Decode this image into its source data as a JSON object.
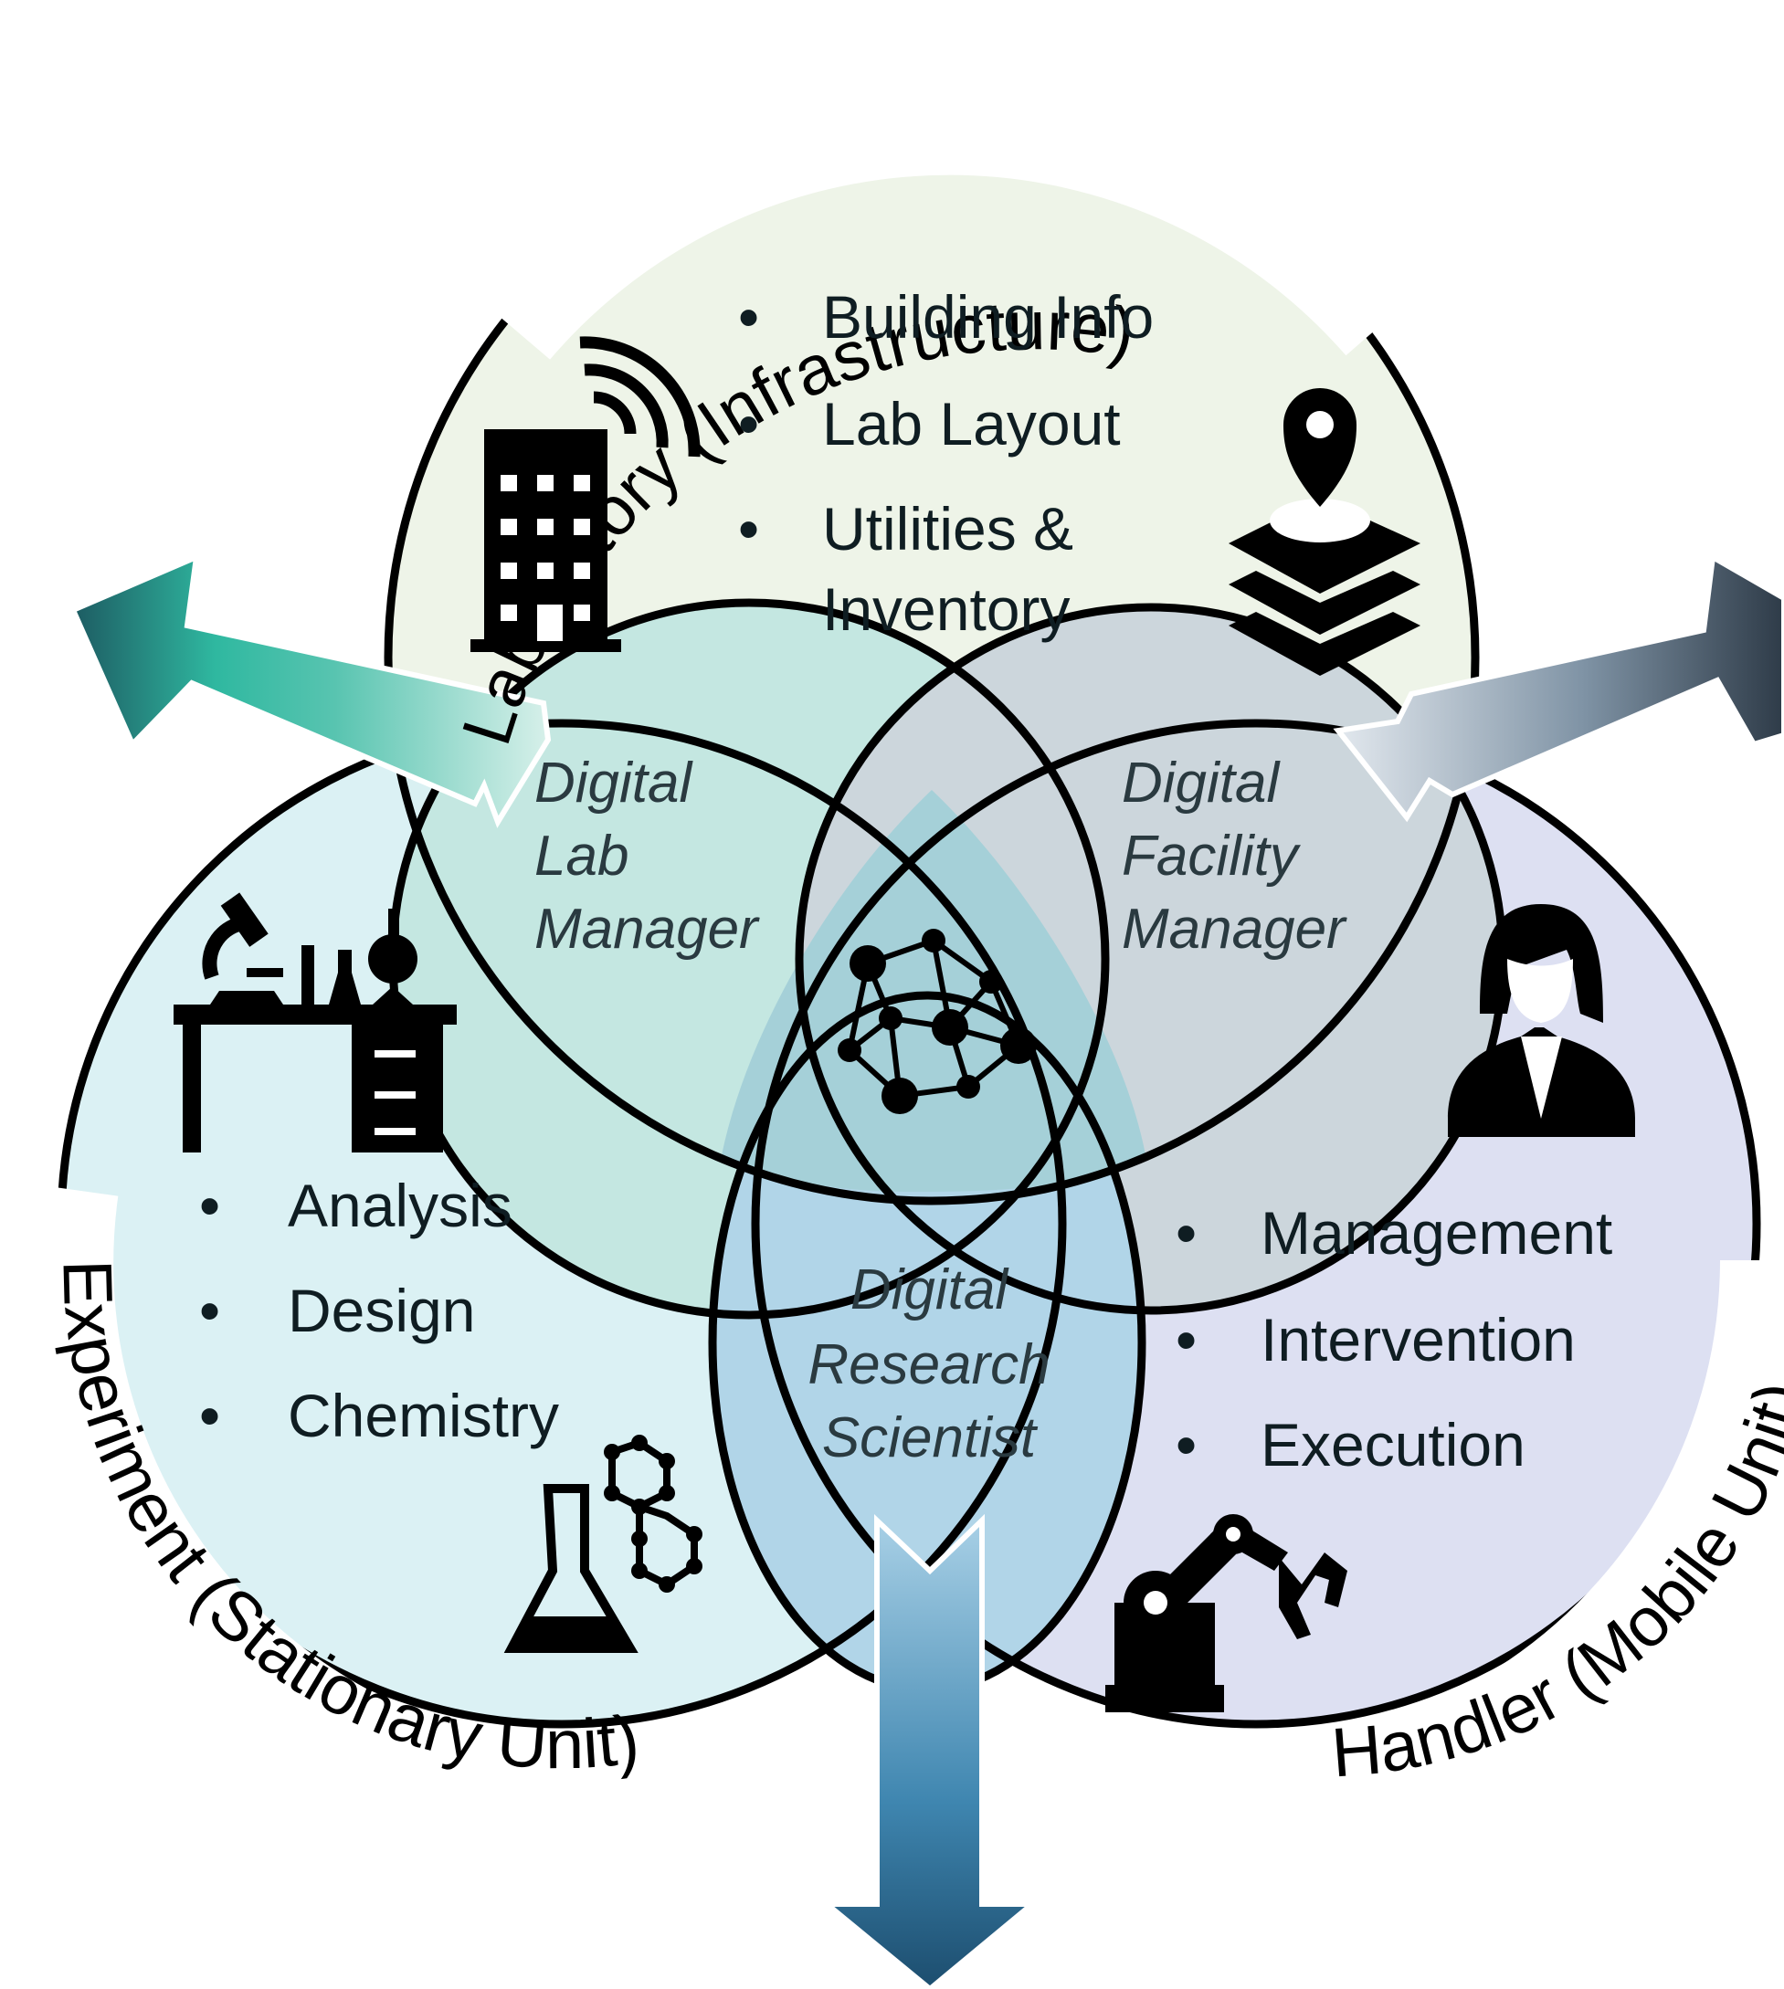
{
  "circles": {
    "laboratory": {
      "title": "Laboratory (Infrastructure)",
      "items": [
        "Building Info",
        "Lab Layout",
        "Utilities &",
        "Inventory"
      ],
      "fill": "#eef4e8"
    },
    "experiment": {
      "title": "Experiment (Stationary Unit)",
      "items": [
        "Analysis",
        "Design",
        "Chemistry"
      ],
      "fill": "#d6eff2"
    },
    "handler": {
      "title": "Handler (Mobile Unit)",
      "items": [
        "Management",
        "Intervention",
        "Execution"
      ],
      "fill": "#d7dbf0"
    }
  },
  "overlaps": {
    "lab_experiment": [
      "Digital",
      "Lab",
      "Manager"
    ],
    "lab_handler": [
      "Digital",
      "Facility",
      "Manager"
    ],
    "experiment_handler": [
      "Digital",
      "Research",
      "Scientist"
    ]
  },
  "icons": {
    "center": "network-graph-icon",
    "laboratory_left": "smart-building-icon",
    "laboratory_right": "map-layers-pin-icon",
    "experiment_top": "lab-bench-microscope-icon",
    "experiment_bottom": "flask-molecule-icon",
    "handler_top": "scientist-person-icon",
    "handler_bottom": "robot-arm-icon"
  },
  "colors": {
    "arrow_left": "#2fb8a0",
    "arrow_right": "#3a4a58",
    "arrow_down": "#2a6f96",
    "outline": "#000000"
  }
}
